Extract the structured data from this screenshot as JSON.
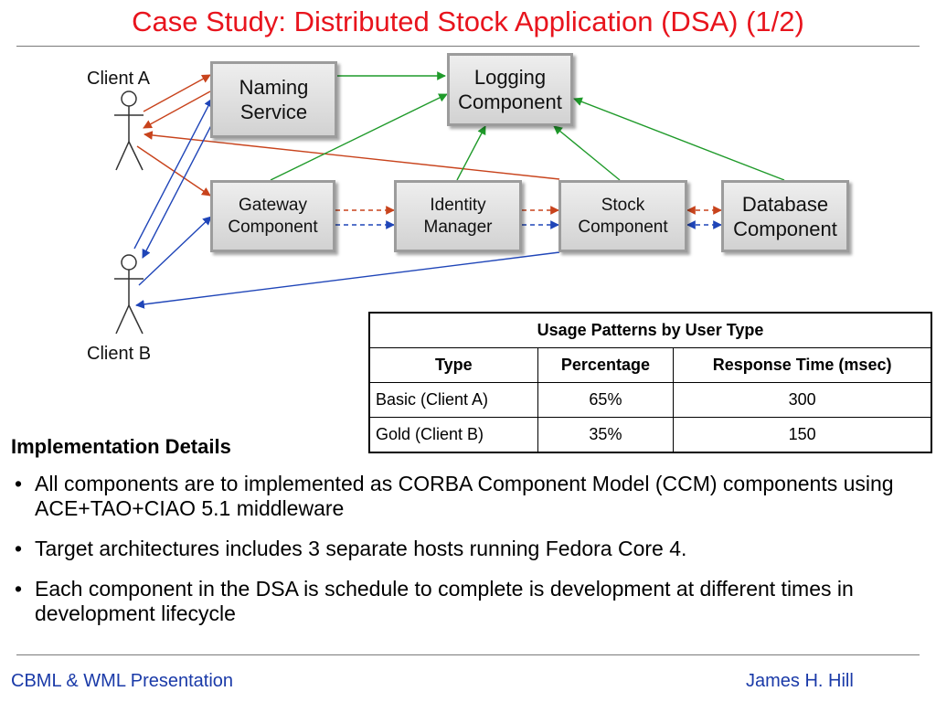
{
  "slide": {
    "title": "Case Study: Distributed Stock Application (DSA) (1/2)"
  },
  "diagram": {
    "actors": {
      "client_a": "Client A",
      "client_b": "Client B"
    },
    "components": {
      "naming": "Naming\nService",
      "logging": "Logging\nComponent",
      "gateway": "Gateway\nComponent",
      "identity": "Identity\nManager",
      "stock": "Stock\nComponent",
      "database": "Database\nComponent"
    },
    "colors": {
      "client_a_flow": "#c8431c",
      "client_b_flow": "#1f45b8",
      "logging_flow": "#1f9a2a"
    }
  },
  "table": {
    "caption": "Usage Patterns by User Type",
    "headers": [
      "Type",
      "Percentage",
      "Response Time (msec)"
    ],
    "rows": [
      [
        "Basic (Client A)",
        "65%",
        "300"
      ],
      [
        "Gold (Client B)",
        "35%",
        "150"
      ]
    ]
  },
  "details": {
    "heading": "Implementation Details",
    "bullets": [
      "All components are to implemented as CORBA Component Model (CCM) components using ACE+TAO+CIAO 5.1 middleware",
      "Target architectures includes 3 separate hosts running Fedora Core 4.",
      "Each component in the DSA is schedule to complete is development at different times in development lifecycle"
    ]
  },
  "footer": {
    "left": "CBML & WML Presentation",
    "right": "James H. Hill"
  }
}
